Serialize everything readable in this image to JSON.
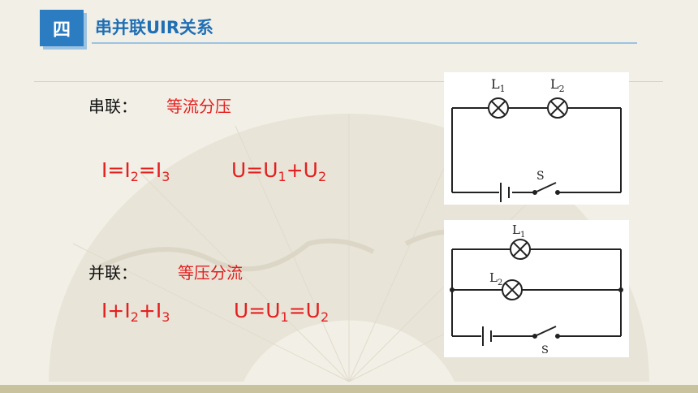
{
  "header": {
    "badge": "四",
    "title": "串并联UIR关系"
  },
  "series": {
    "label": "串联：",
    "rule": "等流分压",
    "formula_i": [
      "I=I",
      "2",
      "=I",
      "3"
    ],
    "formula_u": [
      "U=U",
      "1",
      "+U",
      "2"
    ]
  },
  "parallel": {
    "label": "并联：",
    "rule": "等压分流",
    "formula_i": [
      "I+I",
      "2",
      "+I",
      "3"
    ],
    "formula_u": [
      "U=U",
      "1",
      "=U",
      "2"
    ]
  },
  "diagram_series": {
    "lamp1": "L",
    "lamp1_sub": "1",
    "lamp2": "L",
    "lamp2_sub": "2",
    "switch": "S"
  },
  "diagram_parallel": {
    "lamp1": "L",
    "lamp1_sub": "1",
    "lamp2": "L",
    "lamp2_sub": "2",
    "switch": "S"
  }
}
